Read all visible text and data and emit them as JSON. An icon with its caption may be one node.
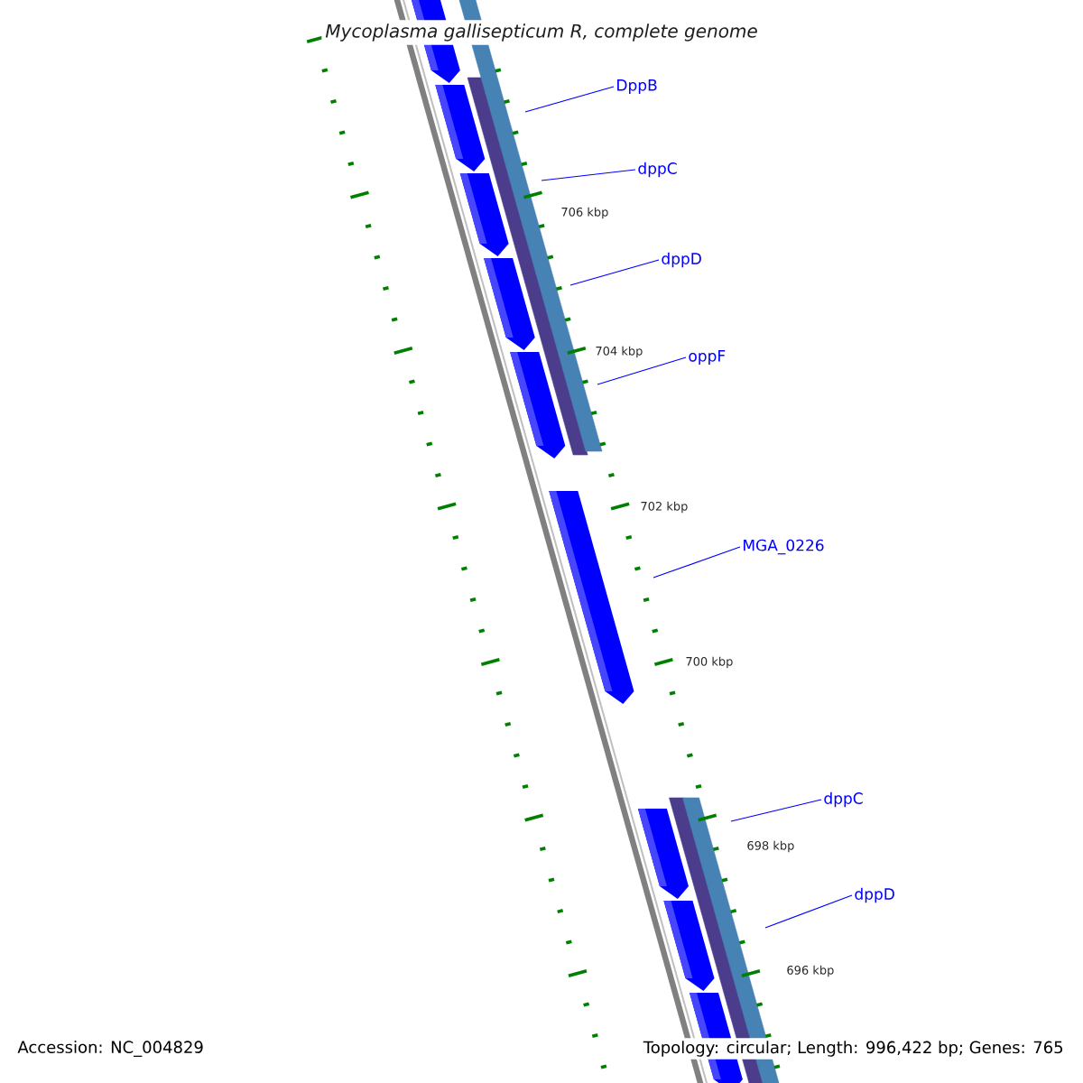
{
  "diagram": {
    "title": "Mycoplasma gallisepticum R, complete genome",
    "nodes": [
      {
        "text": [
          "DppB"
        ]
      },
      {
        "text": [
          "dppC"
        ]
      },
      {
        "text": [
          "dppD"
        ]
      },
      {
        "text": [
          "oppF"
        ]
      },
      {
        "text": [
          "MGA_0226"
        ]
      },
      {
        "text": [
          "dppC"
        ]
      },
      {
        "text": [
          "dppD"
        ]
      }
    ],
    "edges": [
      {
        "from": 0,
        "to": null,
        "arrow": "none"
      },
      {
        "from": 1,
        "to": null,
        "arrow": "none"
      },
      {
        "from": 2,
        "to": null,
        "arrow": "none"
      },
      {
        "from": 3,
        "to": null,
        "arrow": "none"
      },
      {
        "from": 4,
        "to": null,
        "arrow": "none"
      },
      {
        "from": 5,
        "to": null,
        "arrow": "none"
      },
      {
        "from": 6,
        "to": null,
        "arrow": "none"
      }
    ],
    "labels": [
      "706 kbp",
      "704 kbp",
      "702 kbp",
      "700 kbp",
      "698 kbp",
      "696 kbp",
      "Accession: NC_004829",
      "Topology: circular; Length: 996,422 bp; Genes: 765"
    ]
  }
}
